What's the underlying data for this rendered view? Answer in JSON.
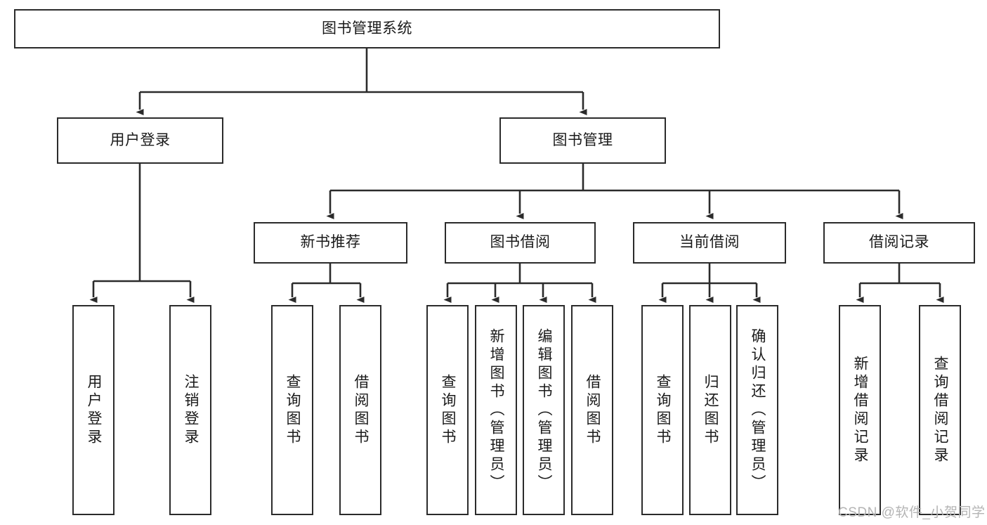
{
  "diagram": {
    "type": "tree-hierarchy-chart",
    "title": "图书管理系统",
    "watermark": "CSDN @软件_小贺同学",
    "levels": [
      {
        "level": 1,
        "nodes": [
          {
            "id": "root",
            "label": "图书管理系统",
            "orientation": "horizontal"
          }
        ]
      },
      {
        "level": 2,
        "nodes": [
          {
            "id": "user-login",
            "label": "用户登录",
            "orientation": "horizontal",
            "parent": "root"
          },
          {
            "id": "book-manage",
            "label": "图书管理",
            "orientation": "horizontal",
            "parent": "root"
          }
        ]
      },
      {
        "level": 3,
        "nodes": [
          {
            "id": "new-book-rec",
            "label": "新书推荐",
            "orientation": "horizontal",
            "parent": "book-manage"
          },
          {
            "id": "book-borrow",
            "label": "图书借阅",
            "orientation": "horizontal",
            "parent": "book-manage"
          },
          {
            "id": "current-borrow",
            "label": "当前借阅",
            "orientation": "horizontal",
            "parent": "book-manage"
          },
          {
            "id": "borrow-record",
            "label": "借阅记录",
            "orientation": "horizontal",
            "parent": "book-manage"
          }
        ]
      },
      {
        "level": 4,
        "nodes": [
          {
            "id": "leaf-1",
            "label": "用户登录",
            "orientation": "vertical",
            "parent": "user-login"
          },
          {
            "id": "leaf-2",
            "label": "注销登录",
            "orientation": "vertical",
            "parent": "user-login"
          },
          {
            "id": "leaf-3",
            "label": "查询图书",
            "orientation": "vertical",
            "parent": "new-book-rec"
          },
          {
            "id": "leaf-4",
            "label": "借阅图书",
            "orientation": "vertical",
            "parent": "new-book-rec"
          },
          {
            "id": "leaf-5",
            "label": "查询图书",
            "orientation": "vertical",
            "parent": "book-borrow"
          },
          {
            "id": "leaf-6",
            "label": "新增图书（管理员）",
            "orientation": "vertical",
            "parent": "book-borrow"
          },
          {
            "id": "leaf-7",
            "label": "编辑图书（管理员）",
            "orientation": "vertical",
            "parent": "book-borrow"
          },
          {
            "id": "leaf-8",
            "label": "借阅图书",
            "orientation": "vertical",
            "parent": "book-borrow"
          },
          {
            "id": "leaf-9",
            "label": "查询图书",
            "orientation": "vertical",
            "parent": "current-borrow"
          },
          {
            "id": "leaf-10",
            "label": "归还图书",
            "orientation": "vertical",
            "parent": "current-borrow"
          },
          {
            "id": "leaf-11",
            "label": "确认归还（管理员）",
            "orientation": "vertical",
            "parent": "current-borrow"
          },
          {
            "id": "leaf-12",
            "label": "新增借阅记录",
            "orientation": "vertical",
            "parent": "borrow-record"
          },
          {
            "id": "leaf-13",
            "label": "查询借阅记录",
            "orientation": "vertical",
            "parent": "borrow-record"
          }
        ]
      }
    ],
    "colors": {
      "stroke": "#2b2b2b",
      "fill": "#ffffff",
      "text": "#1a1a1a",
      "watermark": "#b4b4b4"
    }
  }
}
